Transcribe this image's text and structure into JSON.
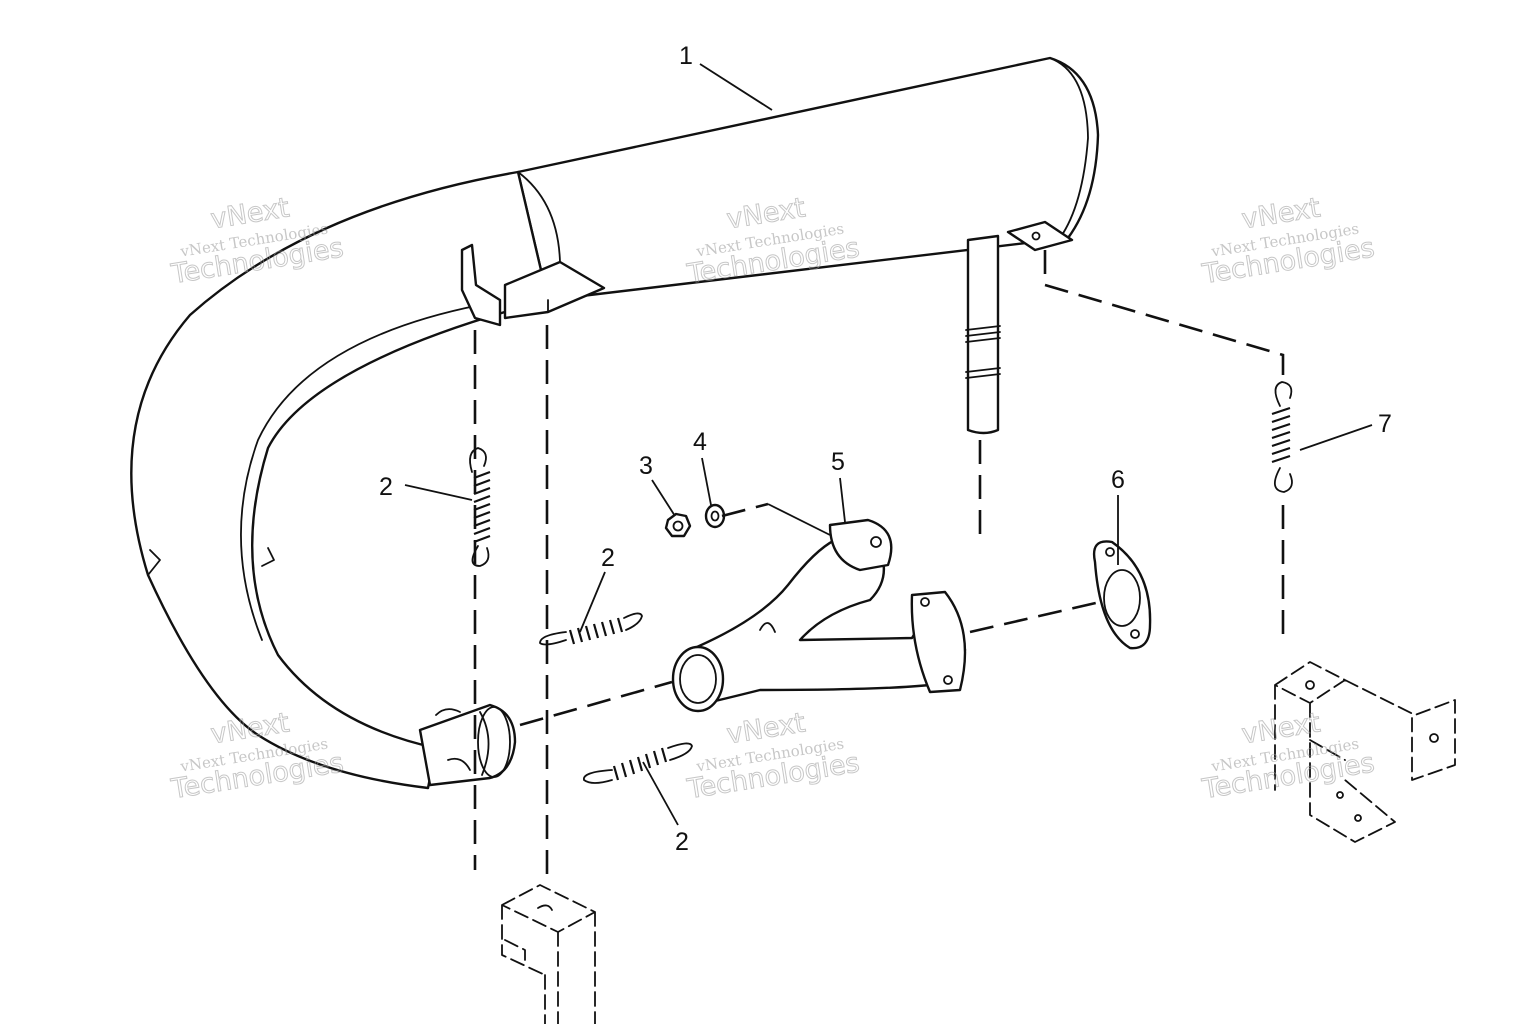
{
  "callouts": [
    {
      "id": "callout-1",
      "label": "1"
    },
    {
      "id": "callout-2a",
      "label": "2"
    },
    {
      "id": "callout-2b",
      "label": "2"
    },
    {
      "id": "callout-2c",
      "label": "2"
    },
    {
      "id": "callout-3",
      "label": "3"
    },
    {
      "id": "callout-4",
      "label": "4"
    },
    {
      "id": "callout-5",
      "label": "5"
    },
    {
      "id": "callout-6",
      "label": "6"
    },
    {
      "id": "callout-7",
      "label": "7"
    }
  ],
  "watermark": {
    "company": "vNext Technologies",
    "line1": "vNext",
    "line2": "Technologies"
  }
}
